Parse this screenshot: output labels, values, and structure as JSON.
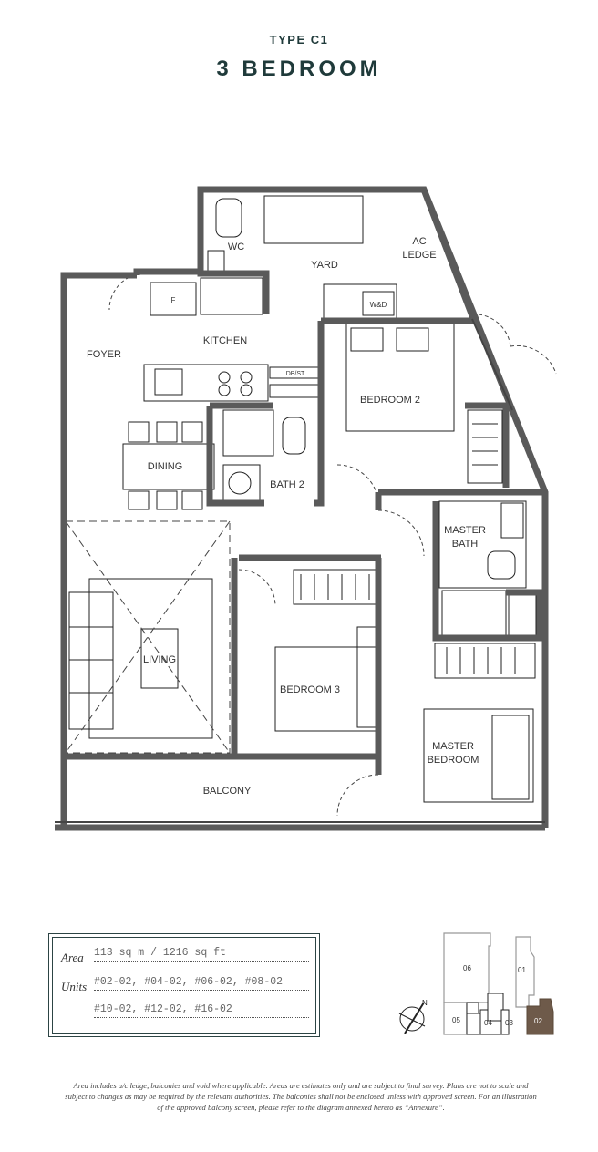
{
  "header": {
    "type": "TYPE C1",
    "title": "3 BEDROOM"
  },
  "rooms": {
    "wc": "WC",
    "yard": "YARD",
    "ac_ledge_1": "AC",
    "ac_ledge_2": "LEDGE",
    "wd": "W&D",
    "fridge": "F",
    "foyer": "FOYER",
    "kitchen": "KITCHEN",
    "dbst": "DB/ST",
    "bedroom2": "BEDROOM 2",
    "dining": "DINING",
    "bath2": "BATH 2",
    "master_bath_1": "MASTER",
    "master_bath_2": "BATH",
    "living": "LIVING",
    "bedroom3": "BEDROOM 3",
    "master_bedroom_1": "MASTER",
    "master_bedroom_2": "BEDROOM",
    "balcony": "BALCONY"
  },
  "info": {
    "area_label": "Area",
    "area_value": "113 sq m / 1216 sq ft",
    "units_label": "Units",
    "units_line1": "#02-02, #04-02, #06-02, #08-02",
    "units_line2": "#10-02, #12-02, #16-02"
  },
  "keyplan": {
    "units": [
      "06",
      "01",
      "05",
      "04",
      "03",
      "02"
    ],
    "highlighted": "02",
    "north": "N",
    "highlight_color": "#6e5a4a"
  },
  "disclaimer": "Area includes a/c ledge, balconies and void where applicable. Areas are estimates only and are subject to final survey. Plans are not to scale and subject to changes as may be required by the relevant authorities. The balconies shall not be enclosed unless with approved screen. For an illustration of the approved balcony screen, please refer to the diagram annexed hereto as “Annexure”."
}
